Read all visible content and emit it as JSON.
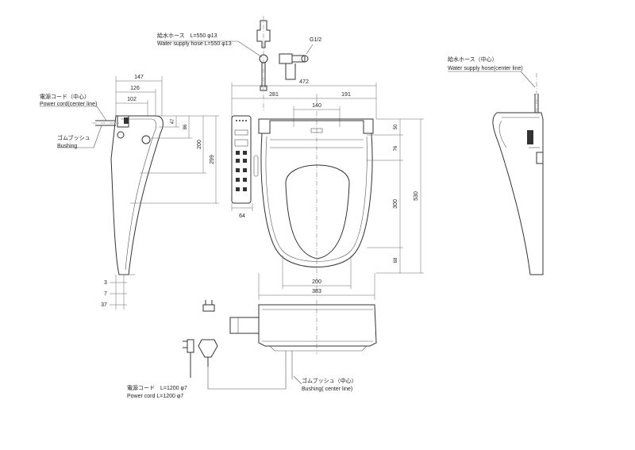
{
  "labels": {
    "water_hose_jp": "給水ホース　L=550 φ13",
    "water_hose_en": "Water supply hose  L=550 φ13",
    "fitting": "G1/2",
    "water_hose_center_jp": "給水ホース（中心）",
    "water_hose_center_en": "Water supply hose(center line)",
    "power_center_jp": "電源コード（中心）",
    "power_center_en": "Power cord(center line)",
    "bushing_side_jp": "ゴムブッシュ",
    "bushing_side_en": "Bushing",
    "power_cord_jp": "電源コード　L=1200 φ7",
    "power_cord_en": "Power cord L=1200 φ7",
    "bushing_center_jp": "ゴムブッシュ（中心）",
    "bushing_center_en": "Bushing( center line)"
  },
  "dimensions": {
    "d472": "472",
    "d281": "281",
    "d191": "191",
    "d140": "140",
    "d50": "50",
    "d76": "76",
    "d530": "530",
    "d300": "300",
    "d68": "68",
    "d200b": "200",
    "d383": "383",
    "d64": "64",
    "d147": "147",
    "d126": "126",
    "d102": "102",
    "d47": "47",
    "d86": "86",
    "d200": "200",
    "d299": "299",
    "d3": "3",
    "d7": "7",
    "d37": "37"
  }
}
